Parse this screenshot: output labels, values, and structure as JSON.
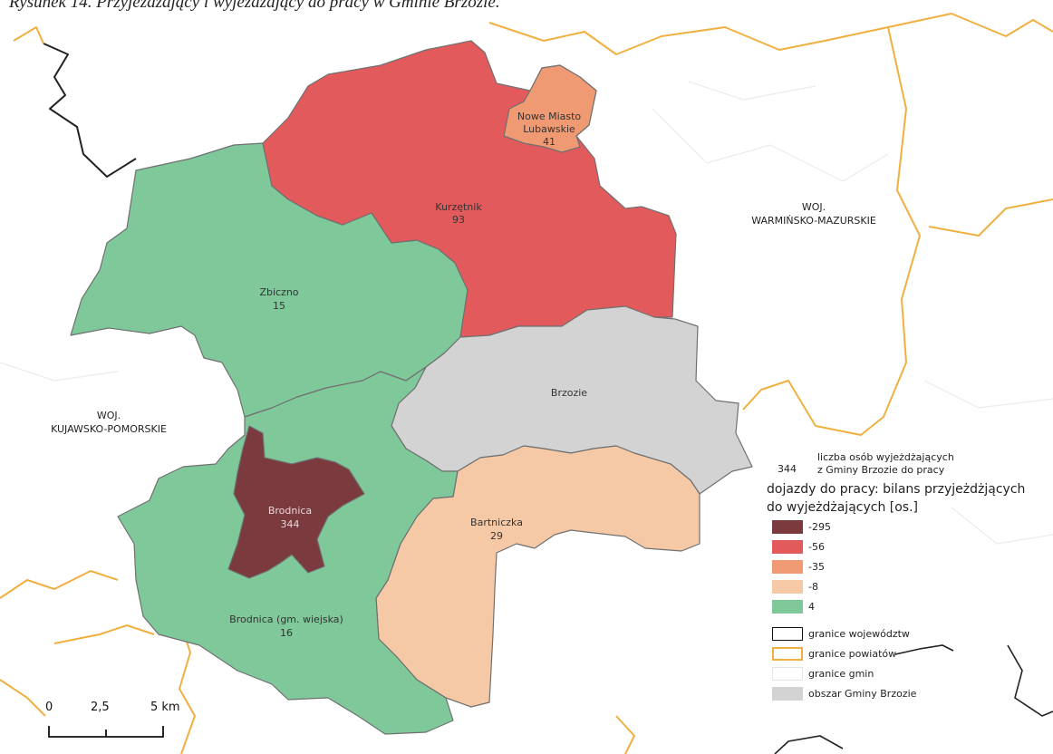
{
  "caption": "Rysunek 14. Przyjeżdżający i wyjeżdżający do pracy w Gminie Brzozie.",
  "colors": {
    "dark": "#7a3a3e",
    "red": "#e25a5c",
    "orange": "#f09a74",
    "peach": "#f6c9a6",
    "green": "#7ec89a",
    "grey": "#d3d3d3",
    "voivodeship_border": "#222222",
    "county_border": "#f0b040"
  },
  "regions": {
    "kurzetnik": {
      "name": "Kurzętnik",
      "value": "93"
    },
    "nowe_miasto": {
      "name_line1": "Nowe Miasto",
      "name_line2": "Lubawskie",
      "value": "41"
    },
    "zbiczno": {
      "name": "Zbiczno",
      "value": "15"
    },
    "brzozie": {
      "name": "Brzozie"
    },
    "brodnica": {
      "name": "Brodnica",
      "value": "344"
    },
    "bartniczka": {
      "name": "Bartniczka",
      "value": "29"
    },
    "brodnica_gm": {
      "name": "Brodnica (gm. wiejska)",
      "value": "16"
    }
  },
  "voivodeships": {
    "warminsko": {
      "line1": "WOJ.",
      "line2": "WARMIŃSKO-MAZURSKIE"
    },
    "kujawsko": {
      "line1": "WOJ.",
      "line2": "KUJAWSKO-POMORSKIE"
    }
  },
  "legend": {
    "sample_number": "344",
    "note_line1": "liczba osób wyjeżdżających",
    "note_line2": "z Gminy Brzozie do pracy",
    "title_line1": "dojazdy do pracy: bilans przyjeżdżjących",
    "title_line2": "do wyjeżdżających [os.]",
    "classes": [
      {
        "label": "-295",
        "color": "#7a3a3e"
      },
      {
        "label": "-56",
        "color": "#e25a5c"
      },
      {
        "label": "-35",
        "color": "#f09a74"
      },
      {
        "label": "-8",
        "color": "#f6c9a6"
      },
      {
        "label": "4",
        "color": "#7ec89a"
      }
    ],
    "lines": {
      "voivodeship": "granice województw",
      "county": "granice powiatów",
      "gmina": "granice gmin",
      "area": "obszar Gminy Brzozie"
    }
  },
  "scale": {
    "t0": "0",
    "t1": "2,5",
    "t2": "5 km"
  }
}
